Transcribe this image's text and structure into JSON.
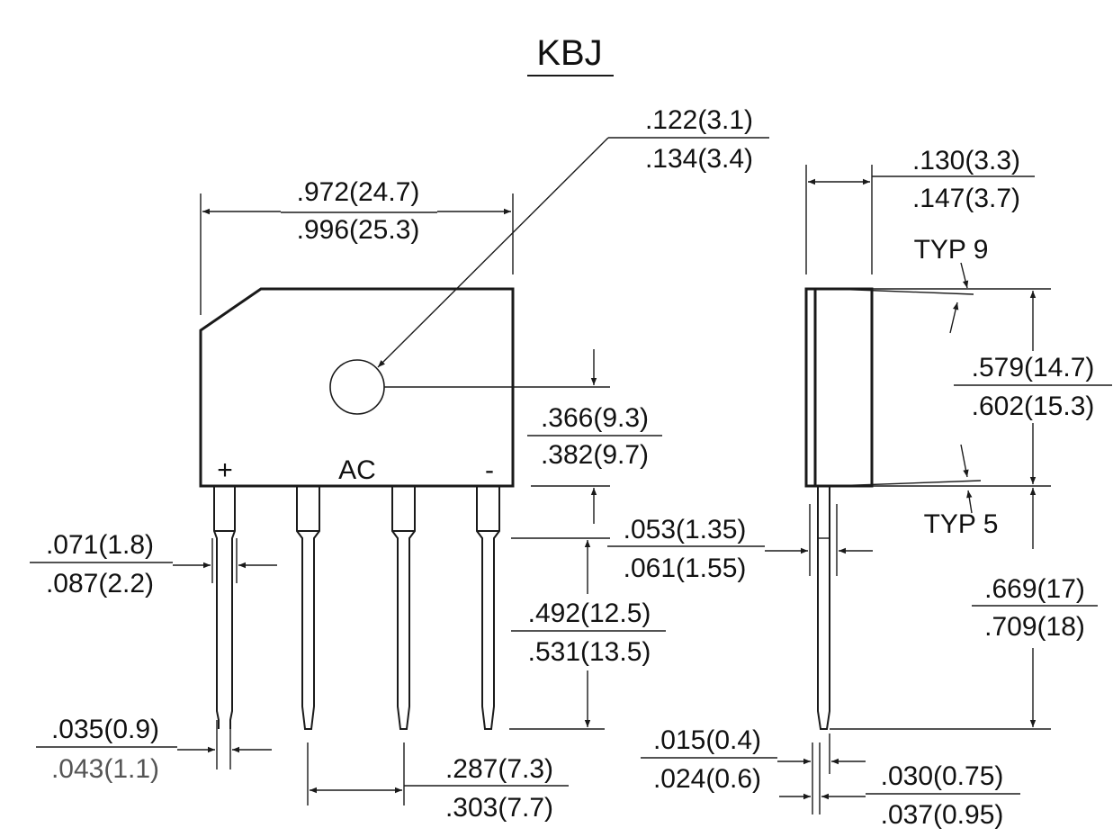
{
  "title": "KBJ",
  "terminal_labels": {
    "plus": "+",
    "ac": "AC",
    "minus": "-"
  },
  "dimensions": {
    "body_width": {
      "min": ".972(24.7)",
      "max": ".996(25.3)"
    },
    "hole_diameter": {
      "min": ".122(3.1)",
      "max": ".134(3.4)"
    },
    "hole_height": {
      "min": ".366(9.3)",
      "max": ".382(9.7)"
    },
    "lead_shoulder_width": {
      "min": ".071(1.8)",
      "max": ".087(2.2)"
    },
    "lead_length": {
      "min": ".492(12.5)",
      "max": ".531(13.5)"
    },
    "lead_thickness_front": {
      "min": ".053(1.35)",
      "max": ".061(1.55)"
    },
    "lead_tip_width": {
      "min": ".035(0.9)",
      "max": ".043(1.1)"
    },
    "lead_pitch": {
      "min": ".287(7.3)",
      "max": ".303(7.7)"
    },
    "body_thickness": {
      "min": ".130(3.3)",
      "max": ".147(3.7)"
    },
    "body_height": {
      "min": ".579(14.7)",
      "max": ".602(15.3)"
    },
    "total_lead_length": {
      "min": ".669(17)",
      "max": ".709(18)"
    },
    "lead_thickness_side": {
      "min": ".015(0.4)",
      "max": ".024(0.6)"
    },
    "lead_offset": {
      "min": ".030(0.75)",
      "max": ".037(0.95)"
    }
  },
  "angle_notes": {
    "top": "TYP 9",
    "bottom": "TYP 5"
  }
}
